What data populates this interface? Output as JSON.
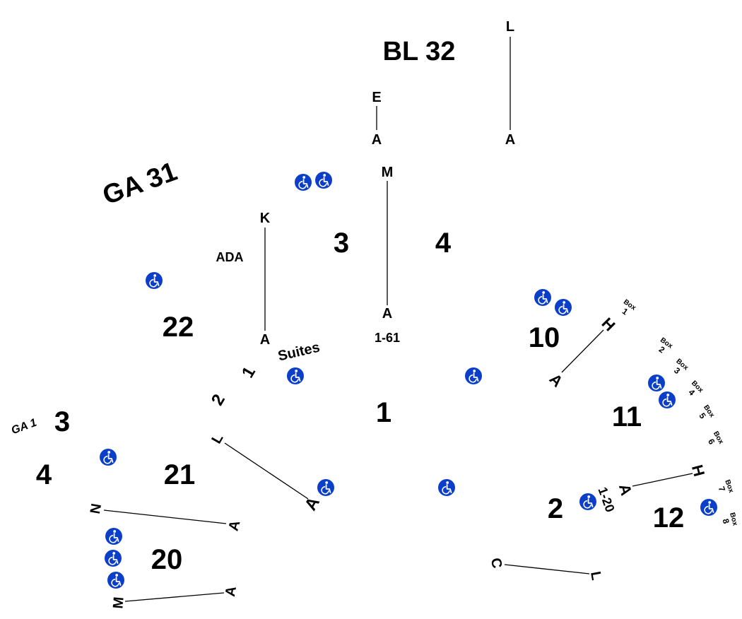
{
  "accent_color": "#0b3fc9",
  "icon": "wheelchair-icon",
  "areas": {
    "bl32": "BL 32",
    "ga31": "GA 31",
    "ga1": "GA 1"
  },
  "notes": {
    "ada": "ADA",
    "suites": "Suites",
    "range_a": "1-61",
    "range_b": "1-20"
  },
  "sections": {
    "s1": "1",
    "s2": "2",
    "s3_top": "3",
    "s4_top": "4",
    "s3_left": "3",
    "s4_left": "4",
    "s10": "10",
    "s11": "11",
    "s12": "12",
    "s20": "20",
    "s21": "21",
    "s22": "22"
  },
  "rows": {
    "l_top": "L",
    "a_l": "A",
    "e": "E",
    "a_e": "A",
    "m": "M",
    "a_m": "A",
    "k": "K",
    "a_k": "A",
    "one": "1",
    "two": "2",
    "l_mid": "L",
    "a_mid": "A",
    "n": "N",
    "a_n": "A",
    "m_bot": "M",
    "a_mbot": "A",
    "h_top": "H",
    "a_h1": "A",
    "h_bot": "H",
    "a_h2": "A",
    "c": "C",
    "l_bot": "L"
  },
  "boxes": [
    {
      "label": "Box",
      "num": "1"
    },
    {
      "label": "Box",
      "num": "2"
    },
    {
      "label": "Box",
      "num": "3"
    },
    {
      "label": "Box",
      "num": "4"
    },
    {
      "label": "Box",
      "num": "5"
    },
    {
      "label": "Box",
      "num": "6"
    },
    {
      "label": "Box",
      "num": "7"
    },
    {
      "label": "Box",
      "num": "8"
    }
  ]
}
